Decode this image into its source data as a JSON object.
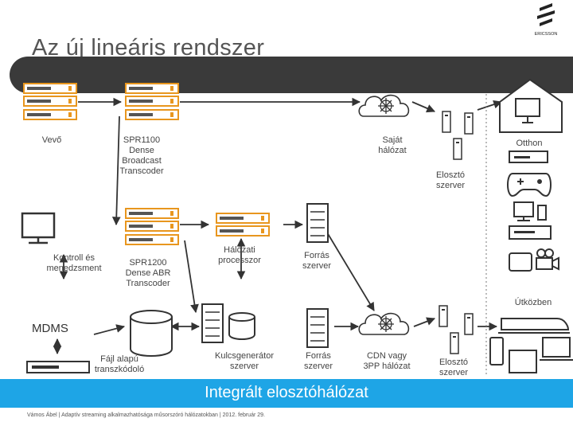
{
  "slide": {
    "title": "Az új lineáris rendszer",
    "logo_text": "ERICSSON",
    "banner": "Integrált elosztóhálózat",
    "footer": "Vámos Ábel | Adaptív streaming alkalmazhatósága műsorszóró hálózatokban | 2012. február 29.",
    "mdms": "MDMS"
  },
  "labels": {
    "vevo": "Vevő",
    "spr1100": [
      "SPR1100",
      "Dense",
      "Broadcast",
      "Transcoder"
    ],
    "sajat": [
      "Saját",
      "hálózat"
    ],
    "otthon": "Otthon",
    "eloszto1": [
      "Elosztó",
      "szerver"
    ],
    "kontroll": [
      "Kontroll és",
      "menedzsment"
    ],
    "spr1200": [
      "SPR1200",
      "Dense ABR",
      "Transcoder"
    ],
    "halozati": [
      "Hálózati",
      "processzor"
    ],
    "forras1": [
      "Forrás",
      "szerver"
    ],
    "utkozben": "Útközben",
    "fajl": [
      "Fájl alapú",
      "transzkódoló"
    ],
    "kulcs": [
      "Kulcsgenerátor",
      "szerver"
    ],
    "forras2": [
      "Forrás",
      "szerver"
    ],
    "cdn": [
      "CDN vagy",
      "3PP hálózat"
    ],
    "eloszto2": [
      "Elosztó",
      "szerver"
    ]
  },
  "colors": {
    "accent": "#1ea5e6",
    "server_orange": "#e8961e",
    "bar_dark": "#3a3a3a",
    "icon_dark": "#333333"
  }
}
